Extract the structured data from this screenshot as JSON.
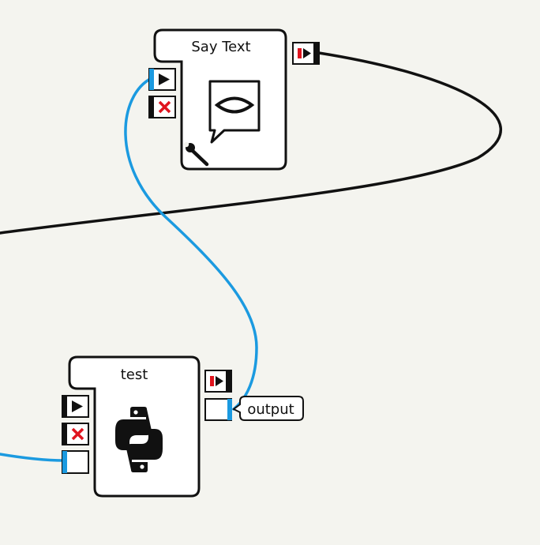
{
  "canvas": {
    "background_color": "#f4f4ef",
    "signal_link_color": "#111111",
    "data_link_color": "#1b9ae0"
  },
  "boxes": {
    "say_text": {
      "title": "Say Text",
      "icon": "speech-bubble-mouth-icon",
      "parameter_icon": "wrench-icon",
      "inputs": [
        "onStart",
        "onStop"
      ],
      "outputs": [
        "onStopped"
      ]
    },
    "test": {
      "title": "test",
      "icon": "python-logo-icon",
      "inputs": [
        "onStart",
        "onStop",
        "onInput"
      ],
      "outputs": [
        "onStopped",
        "output"
      ]
    }
  },
  "tooltip": {
    "text": "output"
  }
}
